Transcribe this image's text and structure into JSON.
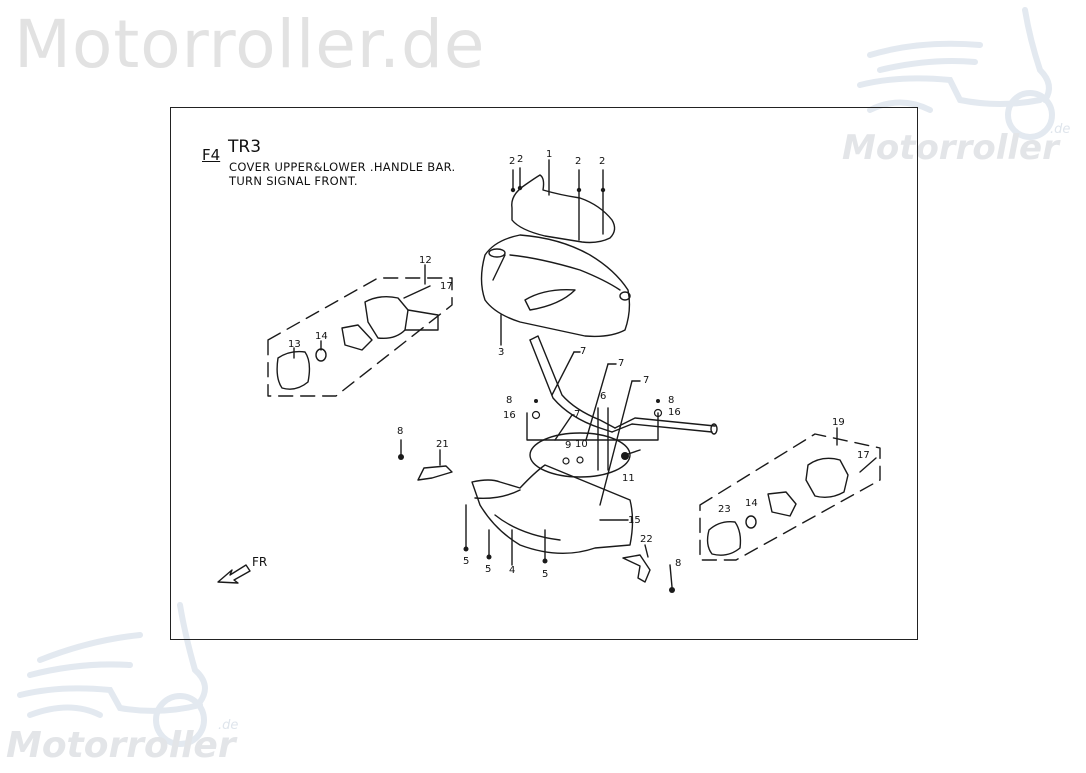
{
  "watermarks": {
    "top_left_text": "Motorroller.de",
    "logo_text": "Motorroller",
    "logo_suffix": ".de"
  },
  "diagram": {
    "section": "F4",
    "code": "TR3",
    "title_line1": "COVER UPPER&LOWER .HANDLE BAR.",
    "title_line2": "TURN SIGNAL FRONT.",
    "direction_label": "FR",
    "callouts": [
      {
        "id": "c1",
        "label": "1"
      },
      {
        "id": "c2a",
        "label": "2"
      },
      {
        "id": "c2b",
        "label": "2"
      },
      {
        "id": "c2c",
        "label": "2"
      },
      {
        "id": "c2d",
        "label": "2"
      },
      {
        "id": "c3",
        "label": "3"
      },
      {
        "id": "c4",
        "label": "4"
      },
      {
        "id": "c5a",
        "label": "5"
      },
      {
        "id": "c5b",
        "label": "5"
      },
      {
        "id": "c5c",
        "label": "5"
      },
      {
        "id": "c6",
        "label": "6"
      },
      {
        "id": "c7a",
        "label": "7"
      },
      {
        "id": "c7b",
        "label": "7"
      },
      {
        "id": "c7c",
        "label": "7"
      },
      {
        "id": "c7d",
        "label": "7"
      },
      {
        "id": "c8a",
        "label": "8"
      },
      {
        "id": "c8b",
        "label": "8"
      },
      {
        "id": "c8c",
        "label": "8"
      },
      {
        "id": "c8d",
        "label": "8"
      },
      {
        "id": "c9",
        "label": "9"
      },
      {
        "id": "c10",
        "label": "10"
      },
      {
        "id": "c11",
        "label": "11"
      },
      {
        "id": "c12",
        "label": "12"
      },
      {
        "id": "c13",
        "label": "13"
      },
      {
        "id": "c14a",
        "label": "14"
      },
      {
        "id": "c14b",
        "label": "14"
      },
      {
        "id": "c15",
        "label": "15"
      },
      {
        "id": "c16a",
        "label": "16"
      },
      {
        "id": "c16b",
        "label": "16"
      },
      {
        "id": "c17a",
        "label": "17"
      },
      {
        "id": "c17b",
        "label": "17"
      },
      {
        "id": "c19",
        "label": "19"
      },
      {
        "id": "c21",
        "label": "21"
      },
      {
        "id": "c22",
        "label": "22"
      },
      {
        "id": "c23",
        "label": "23"
      }
    ]
  }
}
